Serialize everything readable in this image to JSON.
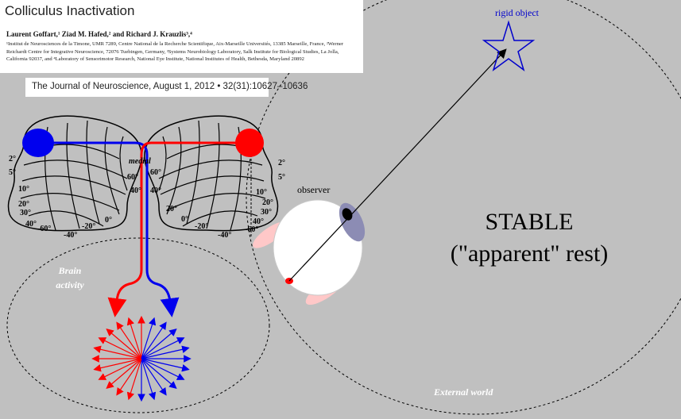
{
  "paper": {
    "title": "Colliculus Inactivation",
    "authors": "Laurent Goffart,¹ Ziad M. Hafed,² and Richard J. Krauzlis³,⁴",
    "affiliations": "¹Institut de Neurosciences de la Timone, UMR 7289, Centre National de la Recherche Scientifique, Aix-Marseille Universités, 13385 Marseille, France, ²Werner Reichardt Centre for Integrative Neuroscience, 72076 Tuebingen, Germany, ³Systems Neurobiology Laboratory, Salk Institute for Biological Studies, La Jolla, California 92037, and ⁴Laboratory of Sensorimotor Research, National Eye Institute, National Institutes of Health, Bethesda, Maryland 20892",
    "journal": "The Journal of Neuroscience, August 1, 2012 • 32(31):10627–10636"
  },
  "colliculus_labels": {
    "left": [
      "2°",
      "5°",
      "10°",
      "20°",
      "30°",
      "40°",
      "-60°",
      "-40°",
      "-20°",
      "0°",
      "60°",
      "40°"
    ],
    "right": [
      "2°",
      "5°",
      "10°",
      "20°",
      "30°",
      "40°",
      "-60°",
      "-40°",
      "-20°",
      "0°",
      "60°",
      "40°",
      "20°"
    ],
    "medial": "medial"
  },
  "brain_activity_label": "Brain activity",
  "external_world_label": "External world",
  "observer_label": "observer",
  "rigid_object_label": "rigid object",
  "stable_label": {
    "line1": "STABLE",
    "line2": "(\"apparent\" rest)"
  },
  "colors": {
    "background": "#c0c0c0",
    "left_site": "#0000ee",
    "right_site": "#ff0000",
    "star": "#0000cc",
    "object_label": "#0000cc",
    "iris": "#8c8cb4"
  }
}
